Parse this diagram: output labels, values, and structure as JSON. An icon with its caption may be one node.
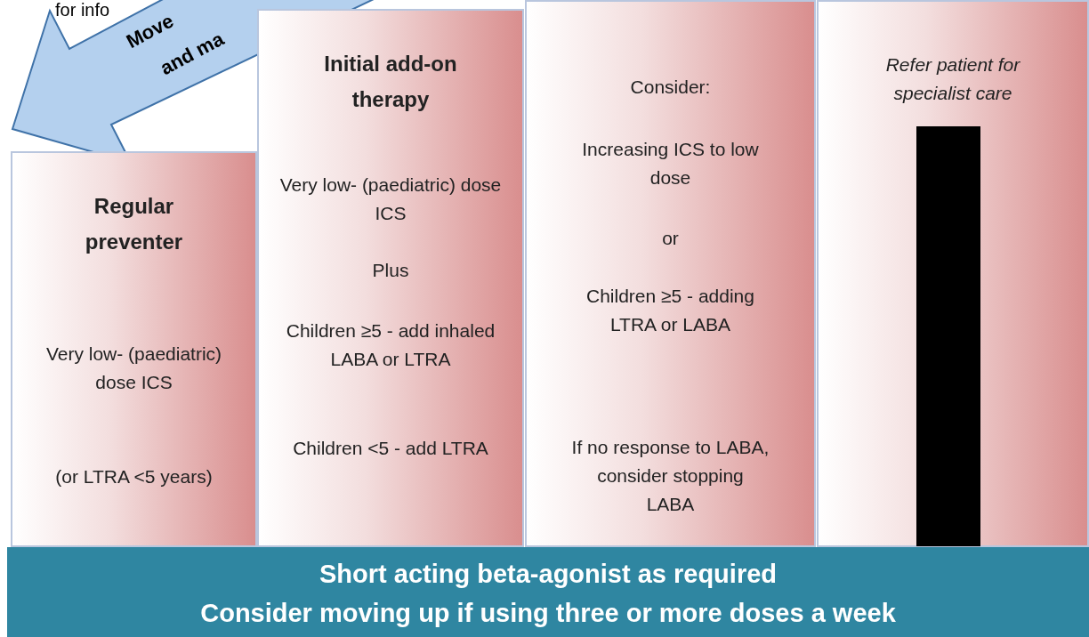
{
  "diagram": {
    "nodes": [
      {
        "text": [
          "Regular preventer",
          "Very low- (paediatric) dose ICS",
          "(or  LTRA <5 years)"
        ]
      },
      {
        "text": [
          "Initial add-on therapy",
          "Very low- (paediatric) dose ICS",
          "Plus",
          "Children ≥5 - add inhaled LABA or LTRA",
          "Children <5 - add LTRA"
        ]
      },
      {
        "text": [
          "Consider:",
          "Increasing ICS to low dose",
          "or",
          "Children ≥5 - adding LTRA or LABA",
          "If no response to LABA, consider stopping LABA"
        ]
      },
      {
        "text": [
          "Refer patient for specialist care"
        ]
      },
      {
        "text": [],
        "shape": "bar",
        "in": 3
      },
      {
        "text": [
          "Short acting beta-agonist as required",
          "Consider moving up if using three or more doses a week"
        ]
      }
    ],
    "edges": [],
    "labels": [
      "for info",
      "Move",
      "and ma"
    ]
  }
}
